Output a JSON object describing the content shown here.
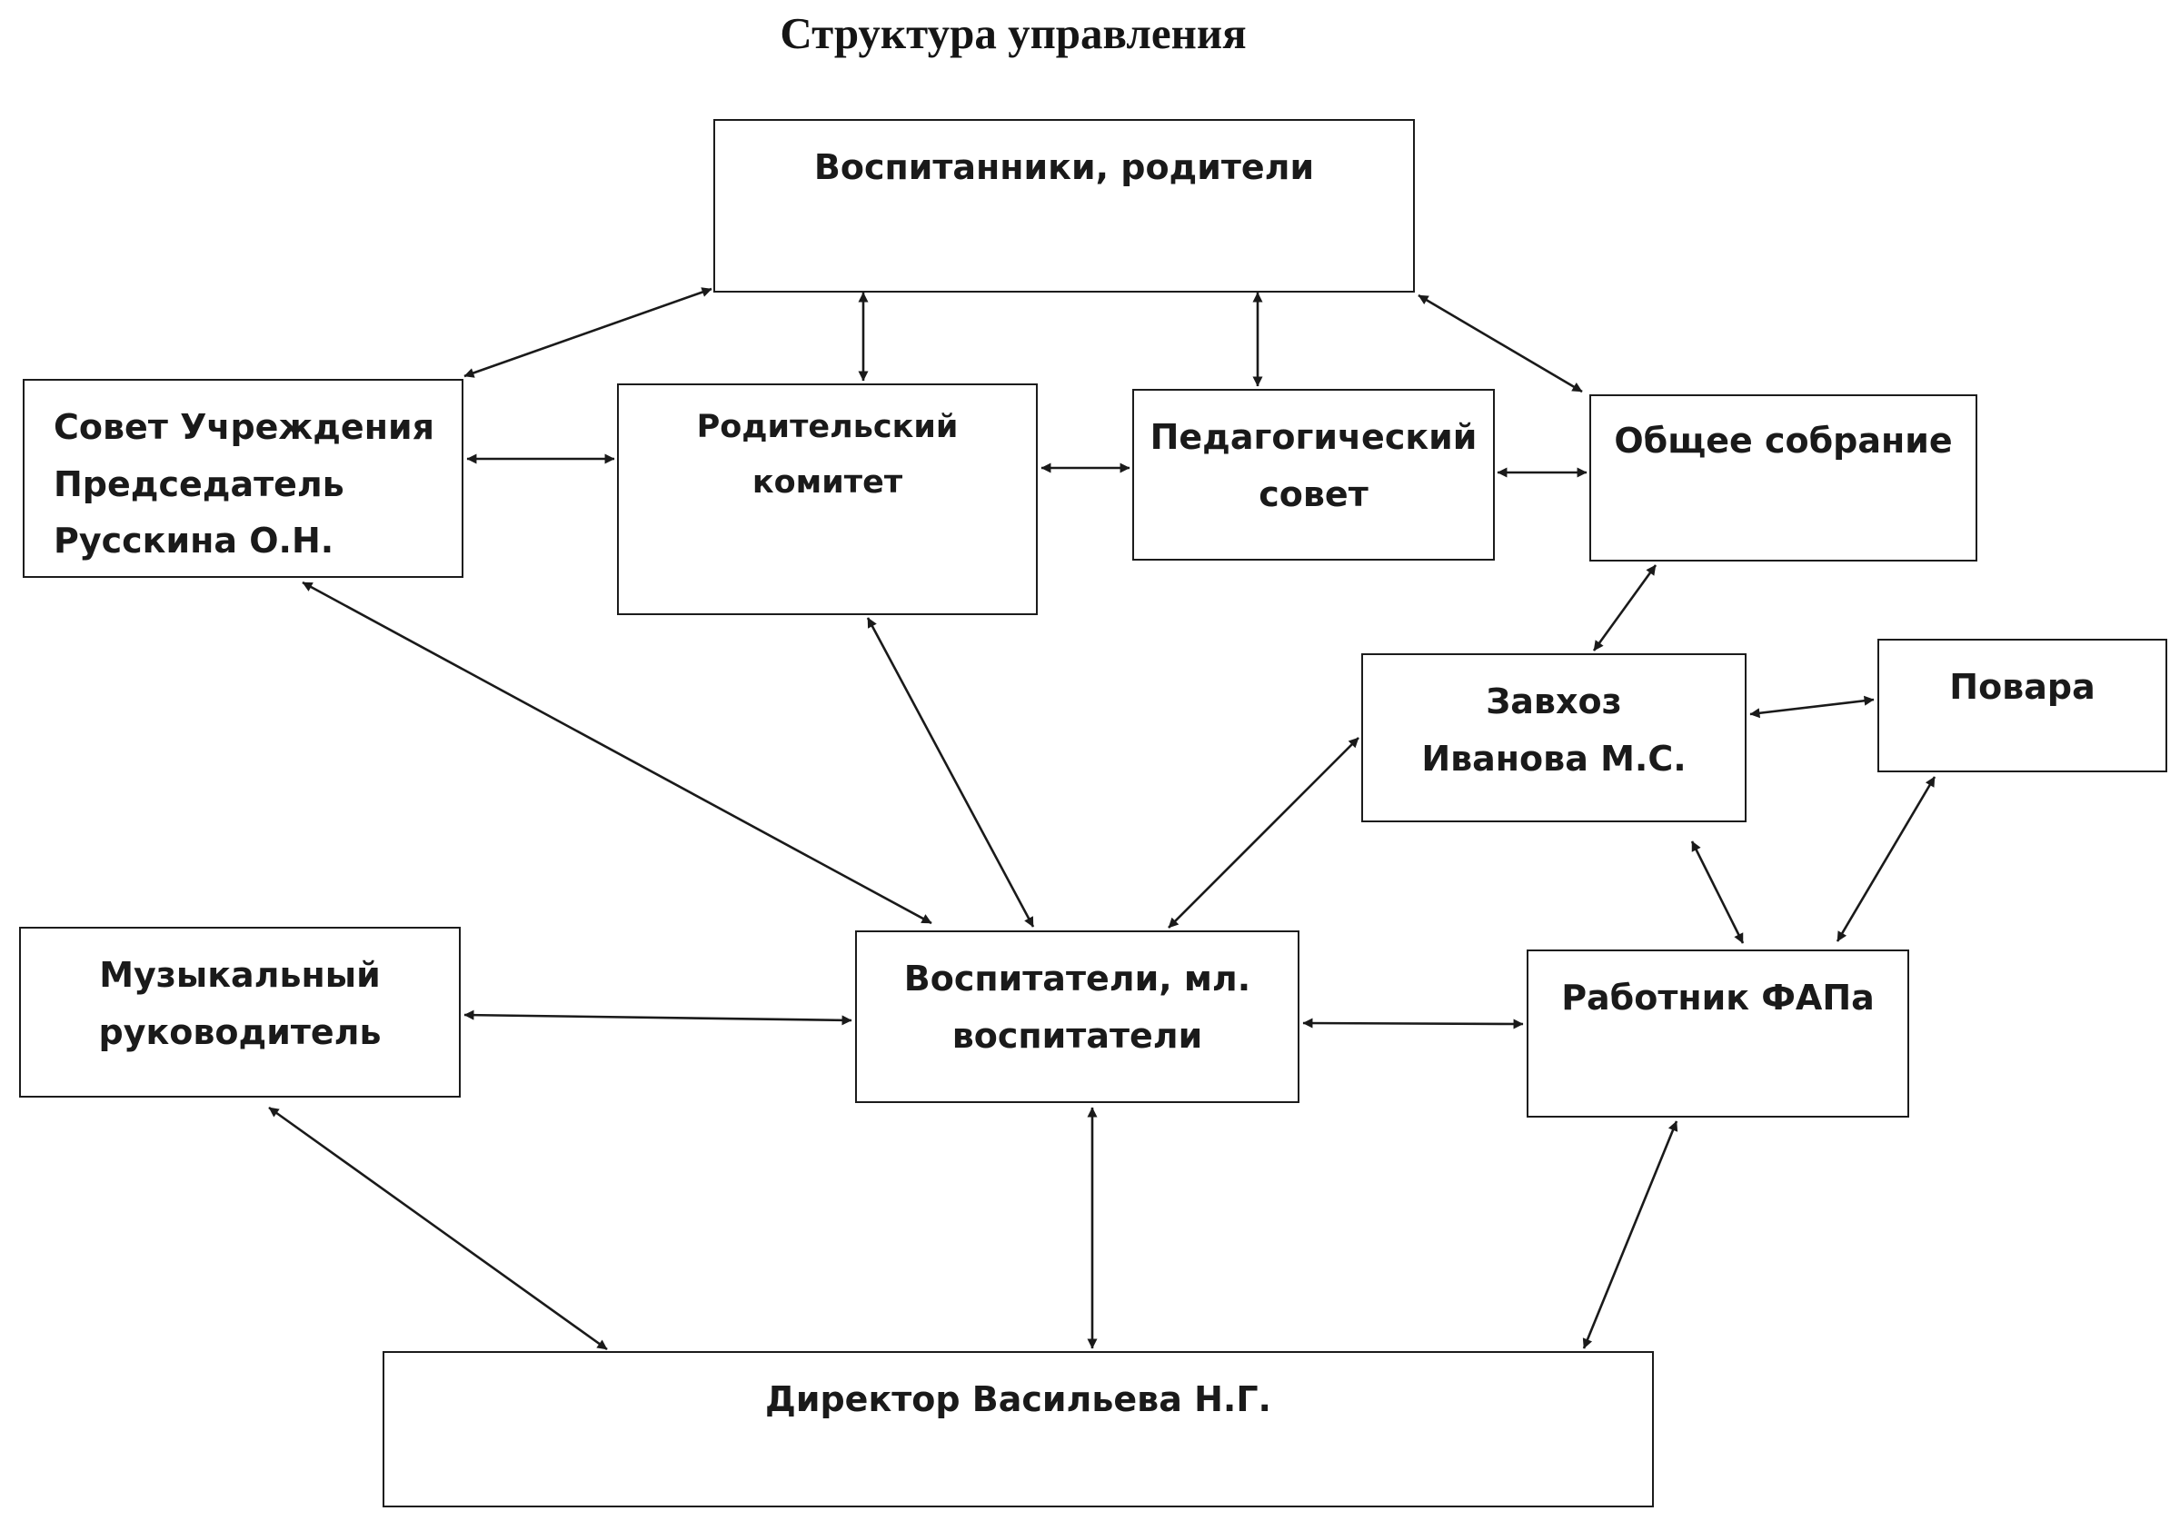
{
  "title": "Структура управления",
  "nodes": {
    "parents": {
      "lines": [
        "Воспитанники, родители"
      ]
    },
    "council": {
      "lines": [
        "Совет Учреждения",
        "Председатель",
        "Русскина О.Н."
      ]
    },
    "parent_committee": {
      "lines": [
        "Родительский",
        "комитет"
      ]
    },
    "ped_council": {
      "lines": [
        "Педагогический",
        "совет"
      ]
    },
    "general_meeting": {
      "lines": [
        "Общее собрание"
      ]
    },
    "supply_manager": {
      "lines": [
        "Завхоз",
        "Иванова М.С."
      ]
    },
    "cooks": {
      "lines": [
        "Повара"
      ]
    },
    "music_director": {
      "lines": [
        "Музыкальный",
        "руководитель"
      ]
    },
    "teachers": {
      "lines": [
        "Воспитатели, мл.",
        "воспитатели"
      ]
    },
    "fap_worker": {
      "lines": [
        "Работник ФАПа"
      ]
    },
    "director": {
      "lines": [
        "Директор Васильева Н.Г."
      ]
    }
  },
  "connections": [
    [
      "parents",
      "council"
    ],
    [
      "parents",
      "parent_committee"
    ],
    [
      "parents",
      "ped_council"
    ],
    [
      "parents",
      "general_meeting"
    ],
    [
      "council",
      "parent_committee"
    ],
    [
      "parent_committee",
      "ped_council"
    ],
    [
      "ped_council",
      "general_meeting"
    ],
    [
      "general_meeting",
      "supply_manager"
    ],
    [
      "supply_manager",
      "cooks"
    ],
    [
      "council",
      "teachers"
    ],
    [
      "parent_committee",
      "teachers"
    ],
    [
      "supply_manager",
      "teachers"
    ],
    [
      "supply_manager",
      "fap_worker"
    ],
    [
      "cooks",
      "fap_worker"
    ],
    [
      "music_director",
      "teachers"
    ],
    [
      "teachers",
      "fap_worker"
    ],
    [
      "music_director",
      "director"
    ],
    [
      "teachers",
      "director"
    ],
    [
      "fap_worker",
      "director"
    ]
  ],
  "connector_style": "double-headed arrows"
}
